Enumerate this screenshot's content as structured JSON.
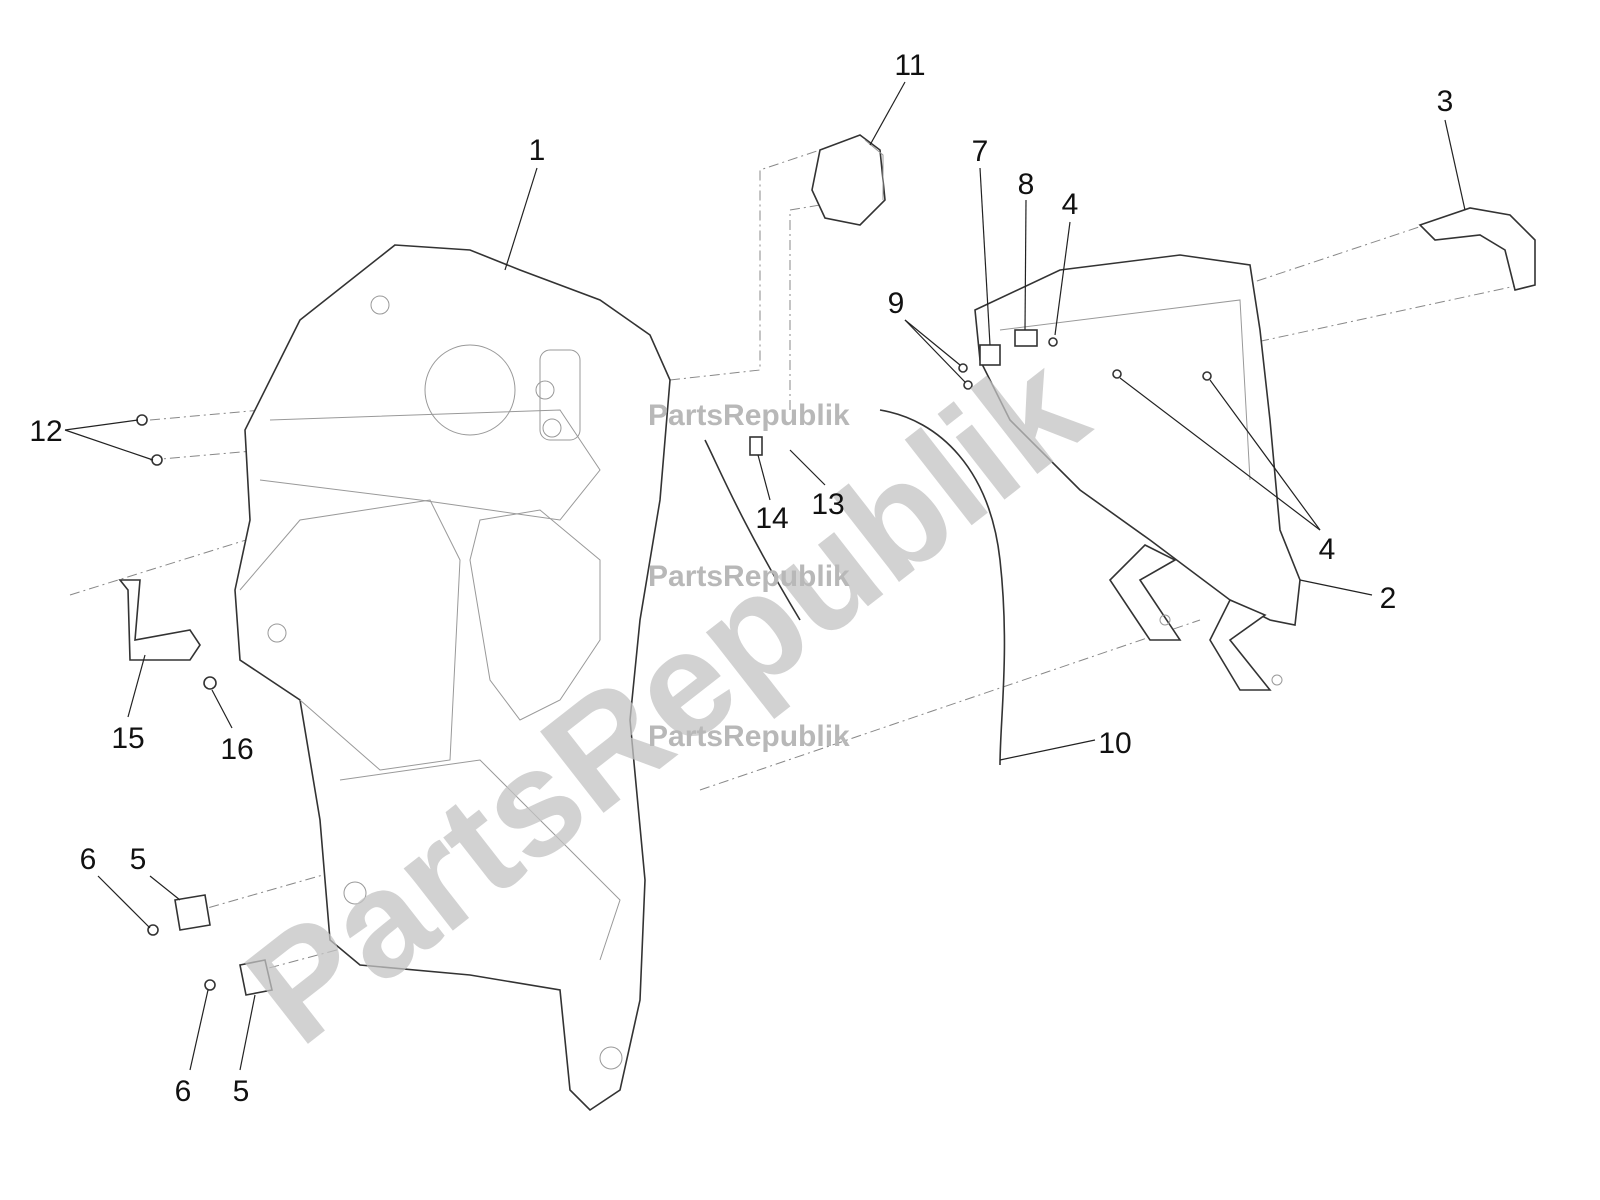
{
  "diagram": {
    "watermark_big": "PartsRepublik",
    "watermark_small": "PartsRepublik",
    "callouts": [
      {
        "id": "label-1",
        "text": "1"
      },
      {
        "id": "label-2",
        "text": "2"
      },
      {
        "id": "label-3",
        "text": "3"
      },
      {
        "id": "label-4a",
        "text": "4"
      },
      {
        "id": "label-4b",
        "text": "4"
      },
      {
        "id": "label-5a",
        "text": "5"
      },
      {
        "id": "label-5b",
        "text": "5"
      },
      {
        "id": "label-6a",
        "text": "6"
      },
      {
        "id": "label-6b",
        "text": "6"
      },
      {
        "id": "label-7",
        "text": "7"
      },
      {
        "id": "label-8",
        "text": "8"
      },
      {
        "id": "label-9",
        "text": "9"
      },
      {
        "id": "label-10",
        "text": "10"
      },
      {
        "id": "label-11",
        "text": "11"
      },
      {
        "id": "label-12",
        "text": "12"
      },
      {
        "id": "label-13",
        "text": "13"
      },
      {
        "id": "label-14",
        "text": "14"
      },
      {
        "id": "label-15",
        "text": "15"
      },
      {
        "id": "label-16",
        "text": "16"
      }
    ]
  }
}
